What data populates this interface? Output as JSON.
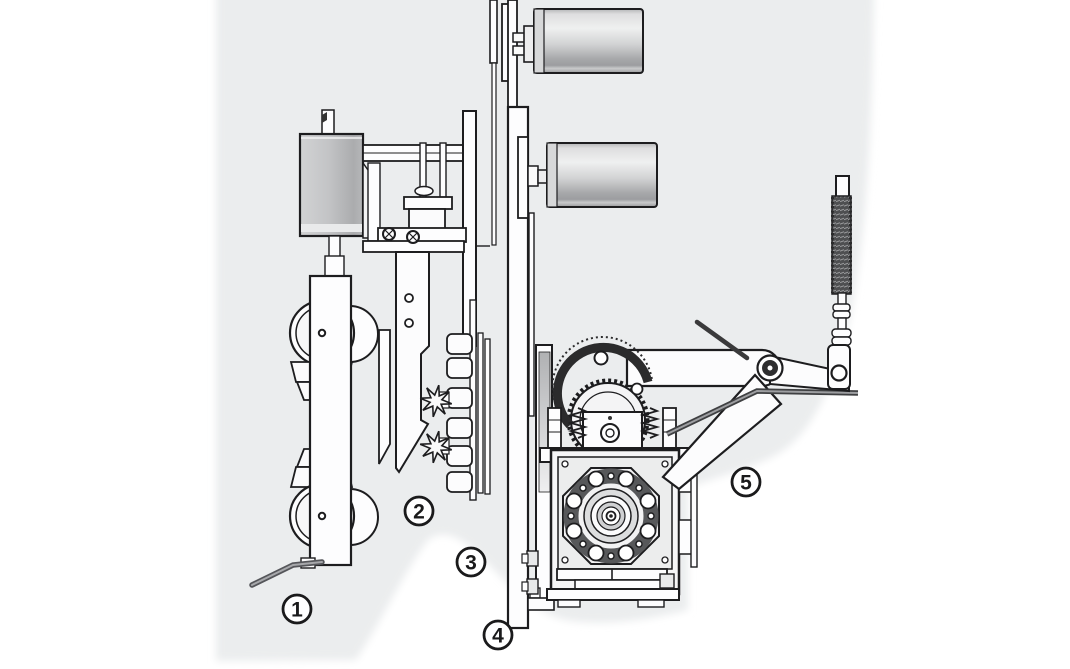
{
  "page": {
    "background_color": "#ffffff",
    "panel_color": "#ebedee",
    "line_color": "#1d1d1f",
    "metal_light": "#f4f4f5",
    "metal_mid": "#c6c7c9",
    "metal_dark": "#57585a"
  },
  "figure": {
    "kind": "technical line illustration of applicator mechanism",
    "visible_text": [
      "1",
      "2",
      "3",
      "4",
      "5"
    ]
  },
  "callouts": [
    {
      "label": "1"
    },
    {
      "label": "2"
    },
    {
      "label": "3"
    },
    {
      "label": "4"
    },
    {
      "label": "5"
    }
  ]
}
